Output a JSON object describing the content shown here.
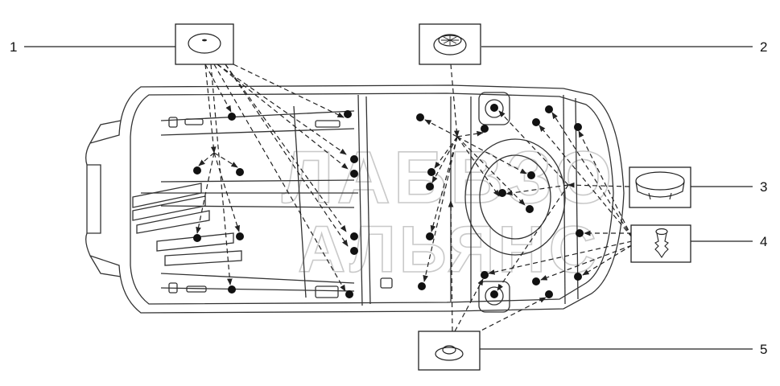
{
  "callouts": [
    {
      "number": "1",
      "part": "round flat plug"
    },
    {
      "number": "2",
      "part": "plug with ribbed cap"
    },
    {
      "number": "3",
      "part": "large cap plug"
    },
    {
      "number": "4",
      "part": "push-in clip"
    },
    {
      "number": "5",
      "part": "small grommet plug"
    }
  ],
  "watermark": {
    "line1": "ЛАБВЗО",
    "line2": "АЛЬЯНС"
  },
  "colors": {
    "line": "#222222",
    "watermark": "#c9c9c9",
    "background": "#ffffff"
  }
}
